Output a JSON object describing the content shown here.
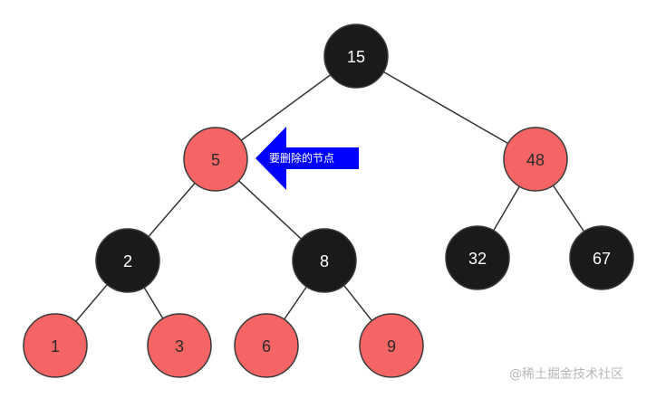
{
  "tree": {
    "nodes": [
      {
        "id": "n15",
        "label": "15",
        "color": "black"
      },
      {
        "id": "n5",
        "label": "5",
        "color": "red"
      },
      {
        "id": "n48",
        "label": "48",
        "color": "red"
      },
      {
        "id": "n2",
        "label": "2",
        "color": "black"
      },
      {
        "id": "n8",
        "label": "8",
        "color": "black"
      },
      {
        "id": "n32",
        "label": "32",
        "color": "black"
      },
      {
        "id": "n67",
        "label": "67",
        "color": "black"
      },
      {
        "id": "n1",
        "label": "1",
        "color": "red"
      },
      {
        "id": "n3",
        "label": "3",
        "color": "red"
      },
      {
        "id": "n6",
        "label": "6",
        "color": "red"
      },
      {
        "id": "n9",
        "label": "9",
        "color": "red"
      }
    ],
    "edges": [
      {
        "from": "n15",
        "to": "n5"
      },
      {
        "from": "n15",
        "to": "n48"
      },
      {
        "from": "n5",
        "to": "n2"
      },
      {
        "from": "n5",
        "to": "n8"
      },
      {
        "from": "n48",
        "to": "n32"
      },
      {
        "from": "n48",
        "to": "n67"
      },
      {
        "from": "n2",
        "to": "n1"
      },
      {
        "from": "n2",
        "to": "n3"
      },
      {
        "from": "n8",
        "to": "n6"
      },
      {
        "from": "n8",
        "to": "n9"
      }
    ]
  },
  "annotation": {
    "label": "要删除的节点",
    "target": "n5"
  },
  "watermark": "@稀土掘金技术社区",
  "colors": {
    "black_node": "#1a1a1a",
    "red_node": "#f56565",
    "node_stroke": "#3a3a3a",
    "edge": "#333333",
    "arrow": "#0000ff",
    "black_node_text": "#ffffff",
    "red_node_text": "#2b2b2b"
  }
}
